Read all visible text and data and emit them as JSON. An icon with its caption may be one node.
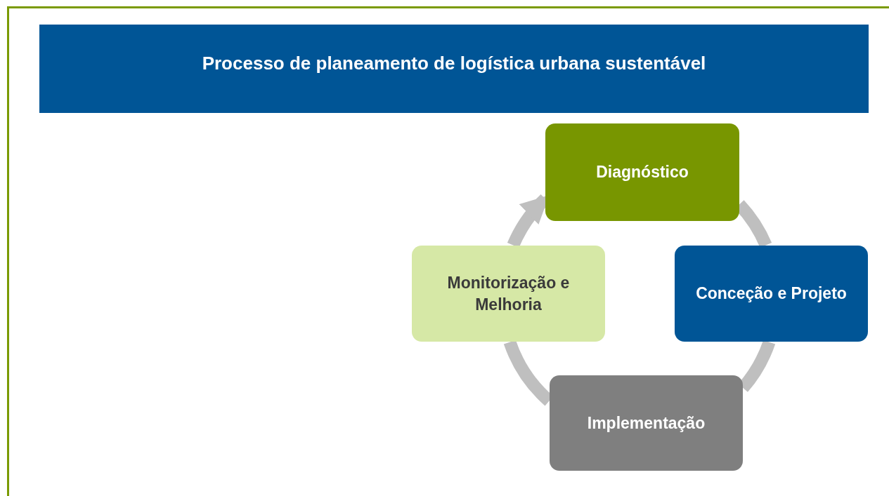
{
  "diagram": {
    "title": "Processo de planeamento de logística urbana sustentável",
    "nodes": [
      {
        "text": [
          "Diagnóstico"
        ]
      },
      {
        "text": [
          "Conceção e Projeto"
        ]
      },
      {
        "text": [
          "Implementação"
        ]
      },
      {
        "text": [
          "Monitorização e Melhoria"
        ]
      }
    ],
    "edges": [
      {
        "from": 0,
        "to": 1,
        "arrow": "none"
      },
      {
        "from": 1,
        "to": 2,
        "arrow": "none"
      },
      {
        "from": 2,
        "to": 3,
        "arrow": "none"
      },
      {
        "from": 3,
        "to": 0,
        "arrow": "to"
      }
    ]
  }
}
